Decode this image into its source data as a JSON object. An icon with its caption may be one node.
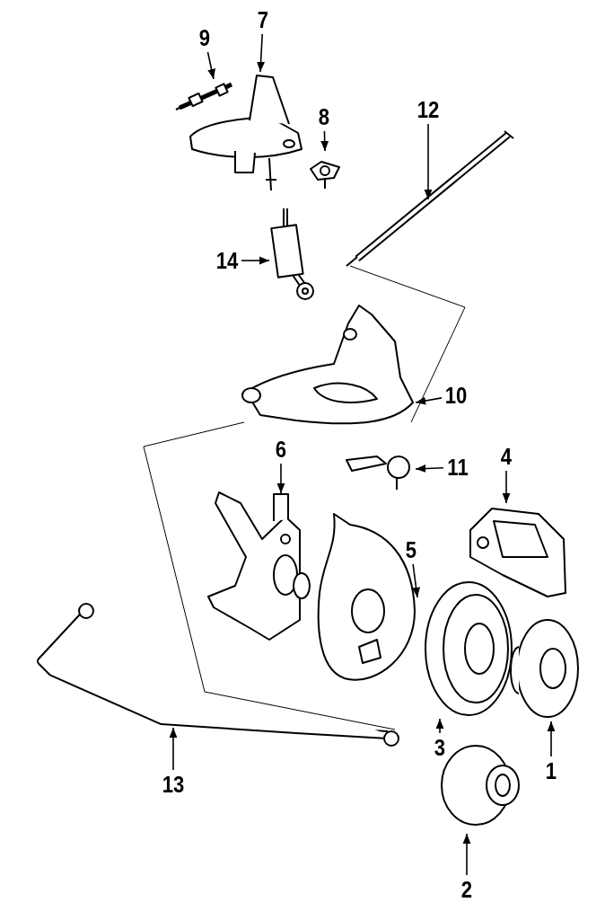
{
  "diagram": {
    "nodes": [
      {
        "text": [
          "7"
        ]
      },
      {
        "text": [
          "9"
        ]
      },
      {
        "text": [
          "8"
        ]
      },
      {
        "text": [
          "12"
        ]
      },
      {
        "text": [
          "14"
        ]
      },
      {
        "text": [
          "10"
        ]
      },
      {
        "text": [
          "11"
        ]
      },
      {
        "text": [
          "6"
        ]
      },
      {
        "text": [
          "4"
        ]
      },
      {
        "text": [
          "5"
        ]
      },
      {
        "text": [
          "3"
        ]
      },
      {
        "text": [
          "1"
        ]
      },
      {
        "text": [
          "13"
        ]
      },
      {
        "text": [
          "2"
        ]
      },
      {
        "text": [],
        "shape": "picture"
      },
      {
        "text": [],
        "shape": "picture"
      },
      {
        "text": [],
        "shape": "picture"
      },
      {
        "text": [],
        "shape": "picture"
      },
      {
        "text": [],
        "shape": "picture"
      },
      {
        "text": [],
        "shape": "picture"
      },
      {
        "text": [],
        "shape": "picture"
      },
      {
        "text": [],
        "shape": "picture"
      },
      {
        "text": [],
        "shape": "picture"
      },
      {
        "text": [],
        "shape": "picture"
      },
      {
        "text": [],
        "shape": "picture"
      },
      {
        "text": [],
        "shape": "picture"
      },
      {
        "text": [],
        "shape": "picture"
      },
      {
        "text": [],
        "shape": "picture"
      }
    ],
    "edges": [
      {
        "from": 0,
        "to": 14,
        "arrow": "to"
      },
      {
        "from": 1,
        "to": 15,
        "arrow": "to"
      },
      {
        "from": 2,
        "to": 16,
        "arrow": "to"
      },
      {
        "from": 3,
        "to": 17,
        "arrow": "to"
      },
      {
        "from": 4,
        "to": 18,
        "arrow": "to"
      },
      {
        "from": 5,
        "to": 19,
        "arrow": "to"
      },
      {
        "from": 6,
        "to": 20,
        "arrow": "to"
      },
      {
        "from": 7,
        "to": 21,
        "arrow": "to"
      },
      {
        "from": 8,
        "to": 22,
        "arrow": "to"
      },
      {
        "from": 9,
        "to": 23,
        "arrow": "to"
      },
      {
        "from": 10,
        "to": 24,
        "arrow": "to"
      },
      {
        "from": 11,
        "to": 25,
        "arrow": "to"
      },
      {
        "from": 12,
        "to": 26,
        "arrow": "to"
      },
      {
        "from": 13,
        "to": 27,
        "arrow": "to"
      }
    ]
  }
}
